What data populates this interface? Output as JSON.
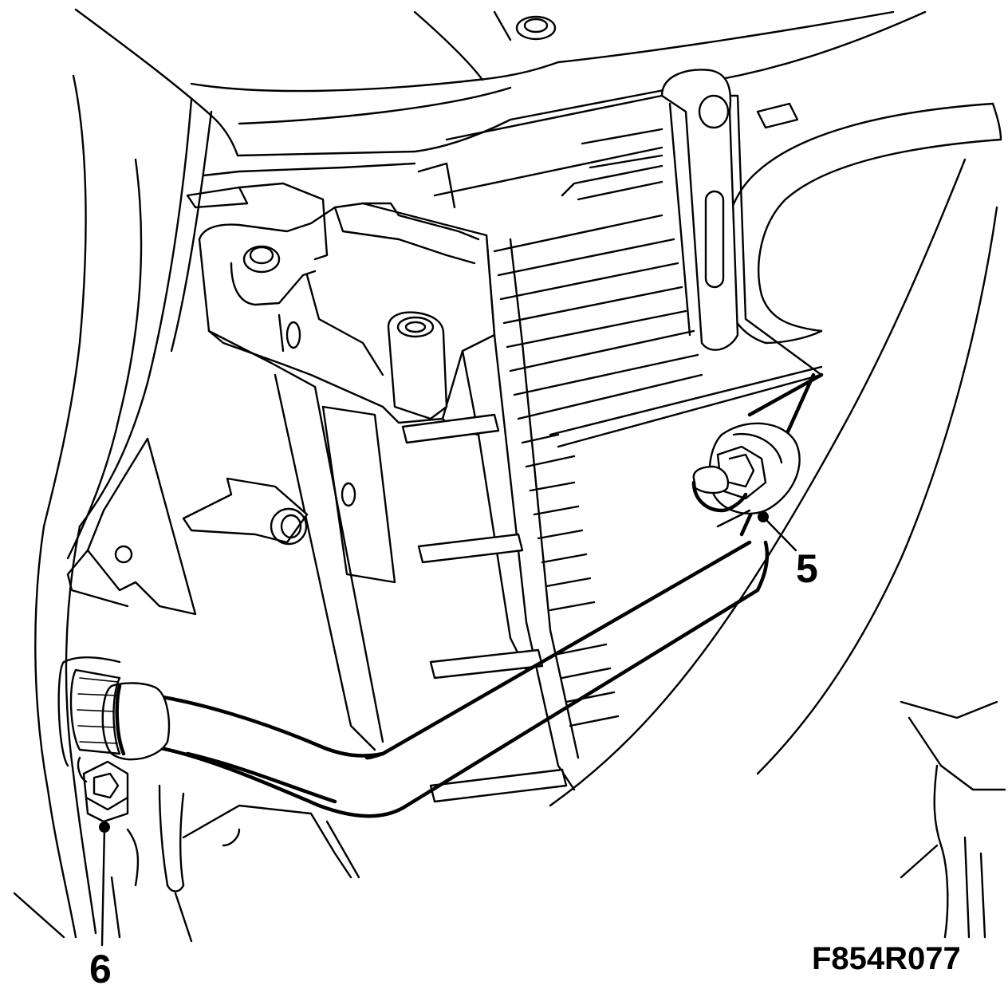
{
  "callouts": [
    {
      "id": "5",
      "label": "5"
    },
    {
      "id": "6",
      "label": "6"
    }
  ],
  "figure_id": "F854R077",
  "colors": {
    "line": "#000000",
    "background": "#ffffff"
  }
}
